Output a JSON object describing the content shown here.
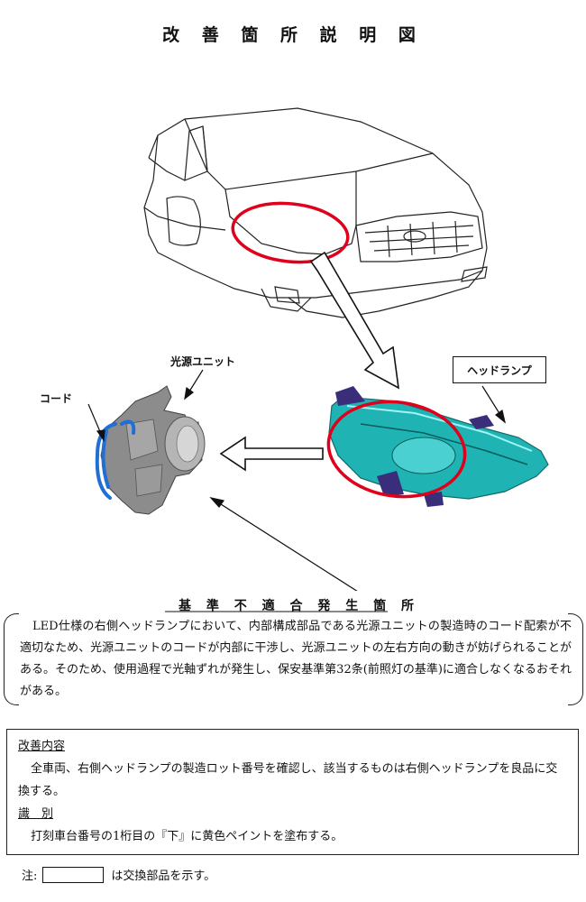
{
  "title": "改 善 箇 所 説 明 図",
  "labels": {
    "light_source_unit": "光源ユニット",
    "cord": "コード",
    "headlamp": "ヘッドランプ"
  },
  "non_conformity": {
    "heading": "基 準 不 適 合 発 生 箇 所",
    "text": "LED仕様の右側ヘッドランプにおいて、内部構成部品である光源ユニットの製造時のコード配索が不適切なため、光源ユニットのコードが内部に干渉し、光源ユニットの左右方向の動きが妨げられることがある。そのため、使用過程で光軸ずれが発生し、保安基準第32条(前照灯の基準)に適合しなくなるおそれがある。"
  },
  "remedy": {
    "heading": "改善内容",
    "text": "全車両、右側ヘッドランプの製造ロット番号を確認し、該当するものは右側ヘッドランプを良品に交換する。",
    "identification_heading": "識　別",
    "identification_text": "打刻車台番号の1桁目の『下』に黄色ペイントを塗布する。"
  },
  "note": {
    "prefix": "注:",
    "suffix": "は交換部品を示す。"
  },
  "colors": {
    "highlight_circle": "#e0001b",
    "headlamp_fill": "#1fb3b3",
    "cord": "#1f6fd6"
  }
}
